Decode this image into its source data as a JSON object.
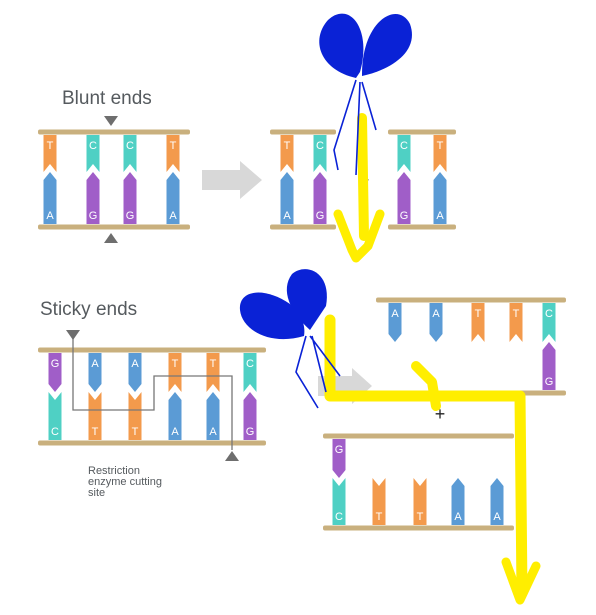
{
  "labels": {
    "blunt_title": "Blunt ends",
    "sticky_title": "Sticky ends",
    "plus": "+",
    "note_line1": "Restriction",
    "note_line2": "enzyme cutting",
    "note_line3": "site"
  },
  "blunt": {
    "original": {
      "top": [
        "T",
        "C",
        "C",
        "T"
      ],
      "bottom": [
        "A",
        "G",
        "G",
        "A"
      ]
    },
    "left_fragment": {
      "top": [
        "T",
        "C"
      ],
      "bottom": [
        "A",
        "G"
      ]
    },
    "right_fragment": {
      "top": [
        "C",
        "T"
      ],
      "bottom": [
        "G",
        "A"
      ]
    }
  },
  "sticky": {
    "original": {
      "top": [
        "G",
        "A",
        "A",
        "T",
        "T",
        "C"
      ],
      "bottom": [
        "C",
        "T",
        "T",
        "A",
        "A",
        "G"
      ]
    },
    "top_fragment": {
      "top": [
        "A",
        "A",
        "T",
        "T",
        "C"
      ],
      "bottom": [
        "G"
      ]
    },
    "bottom_fragment": {
      "top": [
        "G"
      ],
      "bottom": [
        "C",
        "T",
        "T",
        "A",
        "A"
      ]
    }
  },
  "colors": {
    "backbone": "#c9b07e",
    "A": "#5b9bd5",
    "T": "#f39a4c",
    "C": "#4fd0c4",
    "G": "#a05ec8",
    "arrow": "#d8d8d8",
    "marker": "#6e6e6e",
    "scribble_blue": "#0a22d6",
    "scribble_yellow": "#ffee00"
  }
}
